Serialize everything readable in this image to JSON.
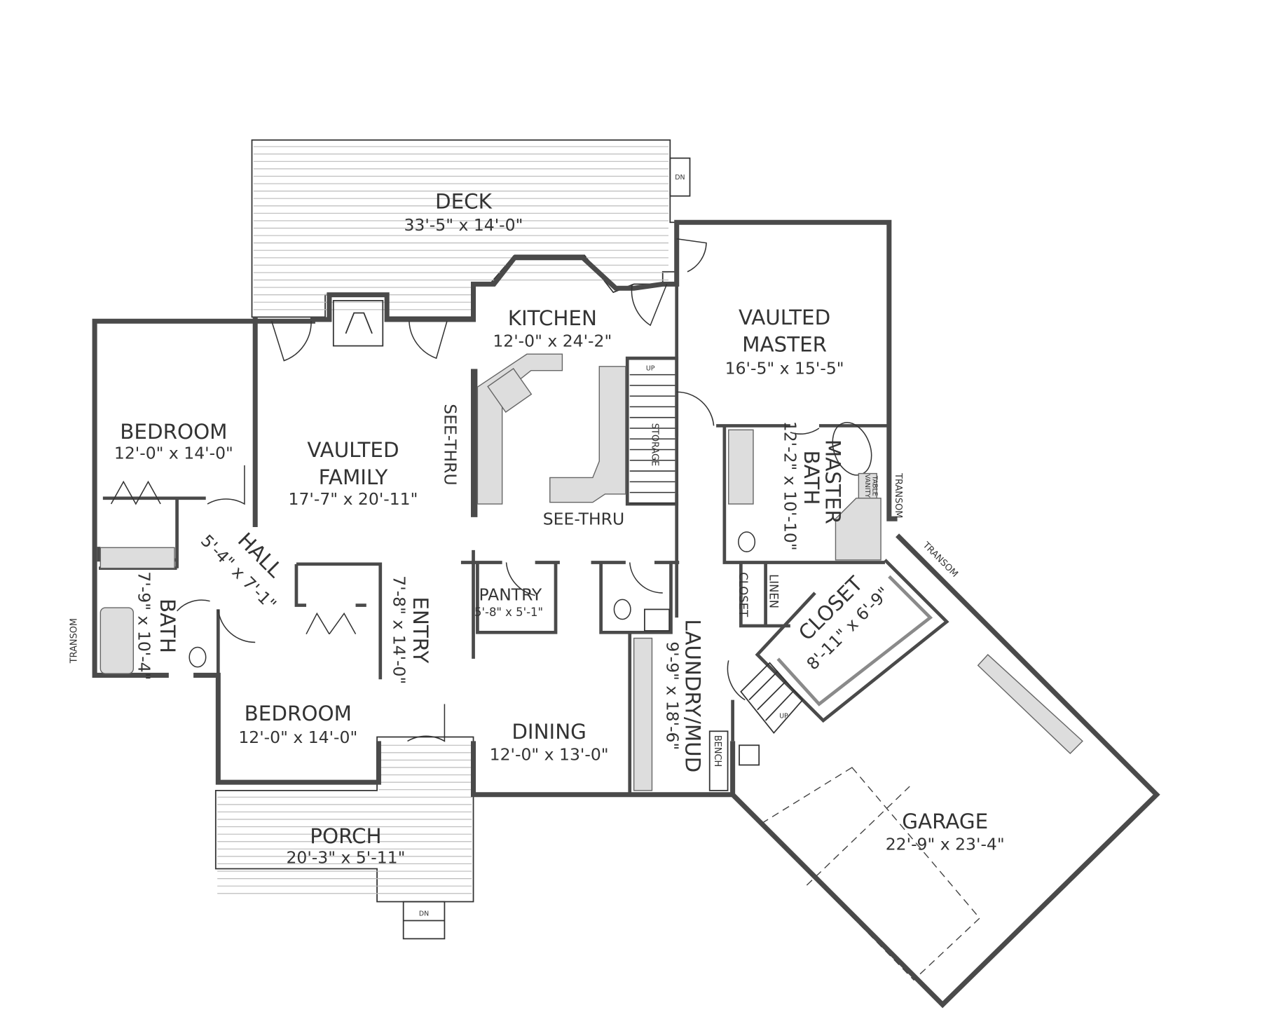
{
  "rooms": {
    "deck": {
      "name": "DECK",
      "dims": "33'-5\" x 14'-0\""
    },
    "kitchen": {
      "name": "KITCHEN",
      "dims": "12'-0\" x 24'-2\""
    },
    "master": {
      "name1": "VAULTED",
      "name2": "MASTER",
      "dims": "16'-5\" x 15'-5\""
    },
    "bedroom1": {
      "name": "BEDROOM",
      "dims": "12'-0\" x 14'-0\""
    },
    "family": {
      "name1": "VAULTED",
      "name2": "FAMILY",
      "dims": "17'-7\" x 20'-11\""
    },
    "hall": {
      "name": "HALL",
      "dims": "5'-4\" x 7'-1\""
    },
    "bath": {
      "name": "BATH",
      "dims": "7'-9\" x 10'-4\""
    },
    "entry": {
      "name": "ENTRY",
      "dims": "7'-8\" x 14'-0\""
    },
    "pantry": {
      "name": "PANTRY",
      "dims": "5'-8\" x 5'-1\""
    },
    "laundry": {
      "name": "LAUNDRY/MUD",
      "dims": "9'-9\" x 18'-6\""
    },
    "master_bath": {
      "name1": "MASTER",
      "name2": "BATH",
      "dims": "12'-2\" x 10'-10\""
    },
    "closet_small": {
      "name": "CLOSET"
    },
    "linen": {
      "name": "LINEN"
    },
    "master_closet": {
      "name": "CLOSET",
      "dims": "8'-11\" x 6'-9\""
    },
    "bedroom2": {
      "name": "BEDROOM",
      "dims": "12'-0\" x 14'-0\""
    },
    "dining": {
      "name": "DINING",
      "dims": "12'-0\" x 13'-0\""
    },
    "garage": {
      "name": "GARAGE",
      "dims": "22'-9\" x 23'-4\""
    },
    "porch": {
      "name": "PORCH",
      "dims": "20'-3\" x 5'-11\""
    }
  },
  "notes": {
    "see_thru_1": "SEE-THRU",
    "see_thru_2": "SEE-THRU",
    "storage": "STORAGE",
    "up_stair": "UP",
    "up_garage": "UP",
    "dn_porch": "DN",
    "dn_deck": "DN",
    "transom_left": "TRANSOM",
    "transom_right": "TRANSOM",
    "transom_diag": "TRANSOM",
    "vanity_table_1": "VANITY",
    "vanity_table_2": "TABLE",
    "bench": "BENCH"
  }
}
